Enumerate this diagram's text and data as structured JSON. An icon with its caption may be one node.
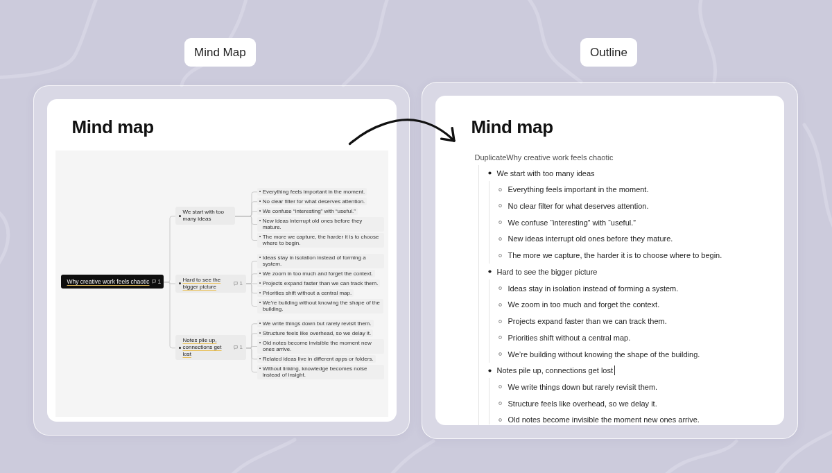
{
  "diagram": {
    "nodes": [
      {
        "text": [
          "Mind Map"
        ]
      },
      {
        "text": [
          "Outline"
        ]
      },
      {
        "text": [
          "Mind map"
        ]
      },
      {
        "text": [],
        "shape": "box",
        "in": 2
      },
      {
        "text": [
          "Why creative work feels chaotic",
          "1"
        ],
        "in": 3
      },
      {
        "text": [
          "We start with too many ideas"
        ],
        "in": 3
      },
      {
        "text": [
          "Everything feels important in the moment."
        ],
        "in": 3
      },
      {
        "text": [
          "No clear filter for what deserves attention."
        ],
        "in": 3
      },
      {
        "text": [
          "We confuse “interesting” with “useful.”"
        ],
        "in": 3
      },
      {
        "text": [
          "New ideas interrupt old ones before they mature."
        ],
        "in": 3
      },
      {
        "text": [
          "The more we capture, the harder it is to choose where to begin."
        ],
        "in": 3
      },
      {
        "text": [
          "Hard to see the bigger picture",
          "1"
        ],
        "in": 3
      },
      {
        "text": [
          "Ideas stay in isolation instead of forming a system."
        ],
        "in": 3
      },
      {
        "text": [
          "We zoom in too much and forget the context."
        ],
        "in": 3
      },
      {
        "text": [
          "Projects expand faster than we can track them."
        ],
        "in": 3
      },
      {
        "text": [
          "Priorities shift without a central map."
        ],
        "in": 3
      },
      {
        "text": [
          "We’re building without knowing the shape of the building."
        ],
        "in": 3
      },
      {
        "text": [
          "Notes pile up, connections get lost",
          "1"
        ],
        "in": 3
      },
      {
        "text": [
          "We write things down but rarely revisit them."
        ],
        "in": 3
      },
      {
        "text": [
          "Structure feels like overhead, so we delay it."
        ],
        "in": 3
      },
      {
        "text": [
          "Old notes become invisible the moment new ones arrive."
        ],
        "in": 3
      },
      {
        "text": [
          "Related ideas live in different apps or folders."
        ],
        "in": 3
      },
      {
        "text": [
          "Without linking, knowledge becomes noise instead of insight."
        ],
        "in": 3
      },
      {
        "text": [
          "Mind map",
          "DuplicateWhy creative work feels chaotic",
          "We start with too many ideas",
          "Everything feels important in the moment.",
          "No clear filter for what deserves attention.",
          "We confuse “interesting” with “useful.”",
          "New ideas interrupt old ones before they mature.",
          "The more we capture, the harder it is to choose where to begin.",
          "Hard to see the bigger picture",
          "Ideas stay in isolation instead of forming a system.",
          "We zoom in too much and forget the context.",
          "Projects expand faster than we can track them.",
          "Priorities shift without a central map.",
          "We’re building without knowing the shape of the building.",
          "Notes pile up, connections get lost",
          "We write things down but rarely revisit them.",
          "Structure feels like overhead, so we delay it.",
          "Old notes become invisible the moment new ones arrive."
        ]
      }
    ],
    "edges": [
      {
        "from": 4,
        "to": 5,
        "arrow": "none"
      },
      {
        "from": 4,
        "to": 11,
        "arrow": "none"
      },
      {
        "from": 4,
        "to": 17,
        "arrow": "none"
      },
      {
        "from": 5,
        "to": 6,
        "arrow": "none"
      },
      {
        "from": 5,
        "to": 7,
        "arrow": "none"
      },
      {
        "from": 5,
        "to": 8,
        "arrow": "none"
      },
      {
        "from": 5,
        "to": 9,
        "arrow": "none"
      },
      {
        "from": 5,
        "to": 10,
        "arrow": "none"
      },
      {
        "from": 11,
        "to": 12,
        "arrow": "none"
      },
      {
        "from": 11,
        "to": 13,
        "arrow": "none"
      },
      {
        "from": 11,
        "to": 14,
        "arrow": "none"
      },
      {
        "from": 11,
        "to": 15,
        "arrow": "none"
      },
      {
        "from": 11,
        "to": 16,
        "arrow": "none"
      },
      {
        "from": 17,
        "to": 18,
        "arrow": "none"
      },
      {
        "from": 17,
        "to": 19,
        "arrow": "none"
      },
      {
        "from": 17,
        "to": 20,
        "arrow": "none"
      },
      {
        "from": 17,
        "to": 21,
        "arrow": "none"
      },
      {
        "from": 17,
        "to": 22,
        "arrow": "none"
      },
      {
        "from": 3,
        "to": 23,
        "arrow": "to",
        "style": "thick",
        "color": "#111111"
      }
    ]
  }
}
